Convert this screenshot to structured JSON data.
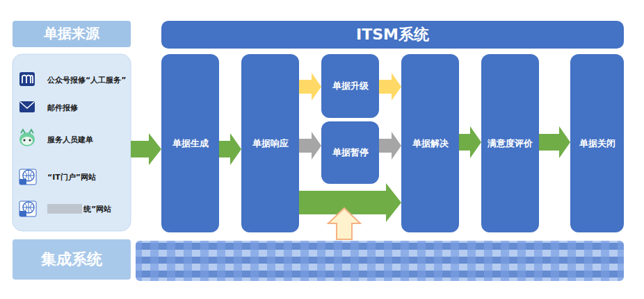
{
  "diagram": {
    "nodes": [
      {
        "text": [
          "单据来源"
        ]
      },
      {
        "text": [
          "ITSM系统"
        ]
      },
      {
        "text": [
          "单据生成"
        ]
      },
      {
        "text": [
          "单据响应"
        ]
      },
      {
        "text": [
          "单据升级"
        ]
      },
      {
        "text": [
          "单据暂停"
        ]
      },
      {
        "text": [
          "单据解决"
        ]
      },
      {
        "text": [
          "满意度评价"
        ]
      },
      {
        "text": [
          "单据关闭"
        ]
      },
      {
        "text": [
          "集成系统"
        ]
      }
    ],
    "edges": [
      {
        "from": 0,
        "to": 2,
        "arrow": "to"
      },
      {
        "from": 2,
        "to": 3,
        "arrow": "to"
      },
      {
        "from": 3,
        "to": 4,
        "arrow": "to"
      },
      {
        "from": 3,
        "to": 5,
        "arrow": "to"
      },
      {
        "from": 4,
        "to": 6,
        "arrow": "to"
      },
      {
        "from": 5,
        "to": 6,
        "arrow": "to"
      },
      {
        "from": 3,
        "to": 6,
        "arrow": "to"
      },
      {
        "from": 6,
        "to": 7,
        "arrow": "to"
      },
      {
        "from": 7,
        "to": 8,
        "arrow": "to"
      }
    ],
    "labels": [
      "公众号报修“人工服务”",
      "邮件报修",
      "服务人员建单",
      "“IT门户”网站",
      "统”网站"
    ]
  }
}
